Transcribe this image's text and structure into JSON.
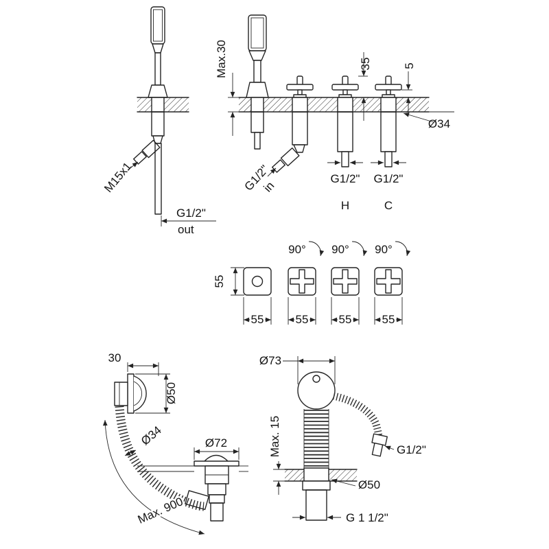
{
  "handshower_view": {
    "hose_thread": "M15x1",
    "outlet": "G1/2\"",
    "outlet_label": "out"
  },
  "mixer_view": {
    "max_deck": "Max.30",
    "handle_height": "35",
    "trim_height": "5",
    "hole_dia": "Ø34",
    "shower_inlet": "G1/2\"",
    "shower_inlet_label": "in",
    "hot_inlet": "G1/2\"",
    "hot_label": "H",
    "cold_inlet": "G1/2\"",
    "cold_label": "C"
  },
  "handle_view": {
    "height": "55",
    "rotations": [
      "90°",
      "90°",
      "90°"
    ],
    "widths": [
      "55",
      "55",
      "55",
      "55"
    ]
  },
  "overflow_view": {
    "body_depth": "30",
    "trim_dia": "Ø50",
    "hose_dia": "Ø34",
    "drain_dia": "Ø72",
    "hose_length": "Max. 900"
  },
  "drain_view": {
    "knob_dia": "Ø73",
    "max_deck": "Max. 15",
    "hose_outlet": "G1/2\"",
    "hole_dia": "Ø50",
    "tail_thread": "G 1 1/2\""
  }
}
